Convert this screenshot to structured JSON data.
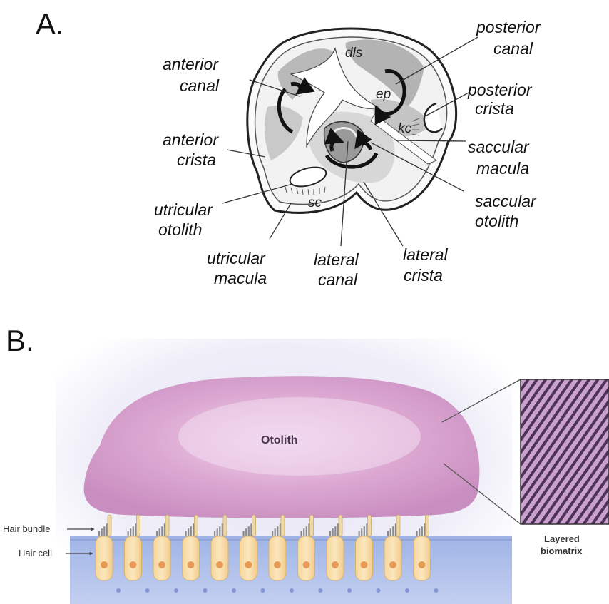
{
  "panel_a": {
    "panel_label": "A.",
    "labels": {
      "anterior_canal_1": "anterior",
      "anterior_canal_2": "canal",
      "posterior_canal_1": "posterior",
      "posterior_canal_2": "canal",
      "posterior_crista_1": "posterior",
      "posterior_crista_2": "crista",
      "anterior_crista_1": "anterior",
      "anterior_crista_2": "crista",
      "saccular_macula_1": "saccular",
      "saccular_macula_2": "macula",
      "utricular_otolith_1": "utricular",
      "utricular_otolith_2": "otolith",
      "saccular_otolith_1": "saccular",
      "saccular_otolith_2": "otolith",
      "utricular_macula_1": "utricular",
      "utricular_macula_2": "macula",
      "lateral_canal_1": "lateral",
      "lateral_canal_2": "canal",
      "lateral_crista_1": "lateral",
      "lateral_crista_2": "crista"
    },
    "inner_labels": {
      "dls": "dls",
      "ep": "ep",
      "kc": "kc",
      "sc": "sc"
    }
  },
  "panel_b": {
    "panel_label": "B.",
    "otolith_label": "Otolith",
    "hair_bundle_label": "Hair bundle",
    "hair_cell_label": "Hair cell",
    "biomatrix_line1": "Layered",
    "biomatrix_line2": "biomatrix",
    "hair_cell_count": 12
  }
}
